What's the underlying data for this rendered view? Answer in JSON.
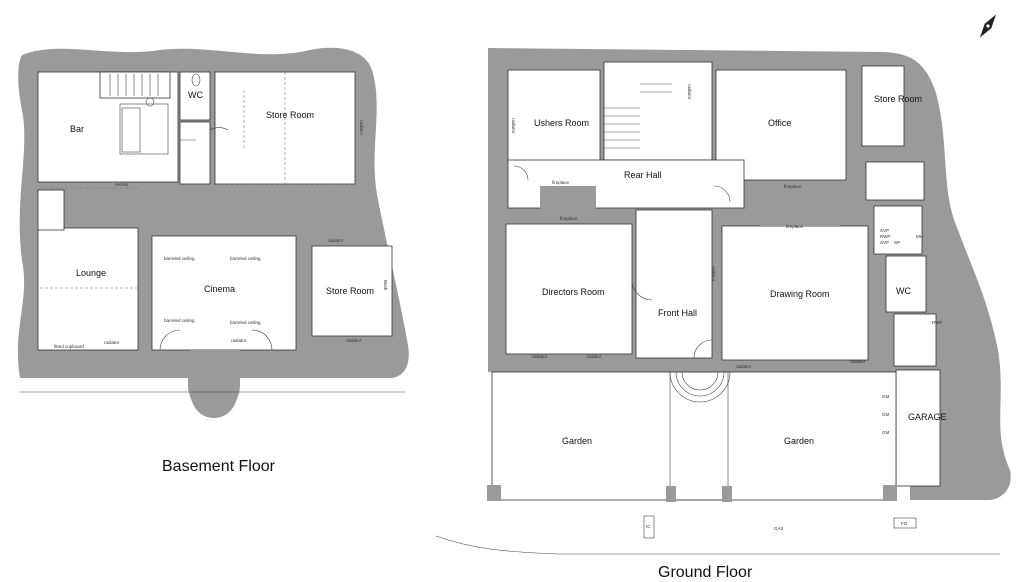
{
  "floors": {
    "basement": {
      "title": "Basement Floor",
      "rooms": {
        "bar": "Bar",
        "wc": "WC",
        "store_room_1": "Store Room",
        "lounge": "Lounge",
        "cinema": "Cinema",
        "store_room_2": "Store Room"
      },
      "annotations": {
        "recess": "recess",
        "barreled_ceiling_1": "barreled ceiling",
        "barreled_ceiling_2": "barreled ceiling",
        "barreled_ceiling_3": "barreled ceiling",
        "barreled_ceiling_4": "barreled ceiling",
        "fitted_cupboard": "fitted cupboard",
        "radiator_1": "radiator",
        "radiator_2": "radiator",
        "radiator_3": "radiator",
        "radiator_4": "radiator",
        "radiator_5": "radiator",
        "bunk": "Bunk"
      }
    },
    "ground": {
      "title": "Ground Floor",
      "rooms": {
        "ushers_room": "Ushers Room",
        "office": "Office",
        "store_room": "Store Room",
        "rear_hall": "Rear Hall",
        "directors_room": "Directors Room",
        "front_hall": "Front Hall",
        "drawing_room": "Drawing Room",
        "wc": "WC",
        "garage": "GARAGE",
        "garden_left": "Garden",
        "garden_right": "Garden"
      },
      "annotations": {
        "fireplace_1": "fireplace",
        "fireplace_2": "fireplace",
        "fireplace_3": "fireplace",
        "fireplace_4": "fireplace",
        "radiator_1": "radiator",
        "radiator_2": "radiator",
        "radiator_3": "radiator",
        "radiator_4": "radiator",
        "radiator_5": "radiator",
        "radiator_6": "radiator",
        "radiator_7": "radiator",
        "svp_1": "SVP",
        "rwp_1": "RWP",
        "svp_2": "SVP",
        "sp": "SP",
        "mh": "MH",
        "rwp_2": "RWP",
        "gm_1": "GM",
        "gm_2": "GM",
        "gm_3": "GM",
        "ic": "IC",
        "gas": "GAS",
        "fo": "FO"
      }
    }
  },
  "colors": {
    "wall": "#9a9a9a",
    "room": "#ffffff",
    "line": "#333333"
  },
  "compass": {
    "icon": "north-arrow-icon"
  }
}
